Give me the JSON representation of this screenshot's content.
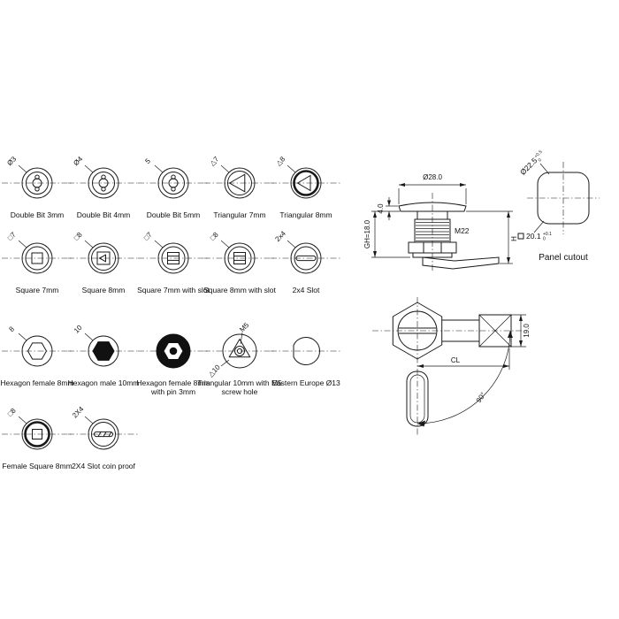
{
  "cells": [
    {
      "icon": "double-bit-icon",
      "dim": "Ø3",
      "label": "Double Bit 3mm"
    },
    {
      "icon": "double-bit-icon",
      "dim": "Ø4",
      "label": "Double Bit 4mm"
    },
    {
      "icon": "double-bit-icon",
      "dim": "5",
      "label": "Double Bit 5mm"
    },
    {
      "icon": "triangular-icon",
      "dim": "△7",
      "label": "Triangular 7mm"
    },
    {
      "icon": "triangular-dark-icon",
      "dim": "△8",
      "label": "Triangular 8mm"
    },
    {
      "icon": "square-icon",
      "dim": "□7",
      "label": "Square 7mm"
    },
    {
      "icon": "square-tri-icon",
      "dim": "□8",
      "label": "Square 8mm"
    },
    {
      "icon": "square-slot-icon",
      "dim": "□7",
      "label": "Square 7mm with slot"
    },
    {
      "icon": "square-slot-icon",
      "dim": "□8",
      "label": "Square 8mm with slot"
    },
    {
      "icon": "slot-icon",
      "dim": "2x4",
      "label": "2x4 Slot"
    },
    {
      "icon": "hex-female-icon",
      "dim": "8",
      "label": "Hexagon female 8mm"
    },
    {
      "icon": "hex-male-icon",
      "dim": "10",
      "label": "Hexagon male 10mm"
    },
    {
      "icon": "hex-female-pin-icon",
      "dim": "",
      "label": "Hexagon female 8mm with pin 3mm"
    },
    {
      "icon": "triangular-m5-icon",
      "dim": "△10",
      "dim2": "M5",
      "label": "Triangular 10mm with M5 screw hole"
    },
    {
      "icon": "circle-flat-icon",
      "dim": "",
      "label": "Eastern Europe Ø13"
    },
    {
      "icon": "square-female-icon",
      "dim": "□8",
      "label": "Female Square 8mm"
    },
    {
      "icon": "slot-coin-icon",
      "dim": "2X4",
      "label": "2X4 Slot coin proof"
    }
  ],
  "panel_cutout": {
    "dia": "Ø22.5",
    "dia_tol_top": "+0.5",
    "dia_tol_bot": "0",
    "square": "20.1",
    "square_tol_top": "+0.1",
    "square_tol_bot": "0",
    "label": "Panel cutout"
  },
  "side_view": {
    "dia": "Ø28.0",
    "cap_height": "4.0",
    "grip": "GH=18.0",
    "thread": "M22",
    "height": "H"
  },
  "top_view": {
    "depth": "19.0",
    "cl": "CL",
    "angle": "90°"
  }
}
